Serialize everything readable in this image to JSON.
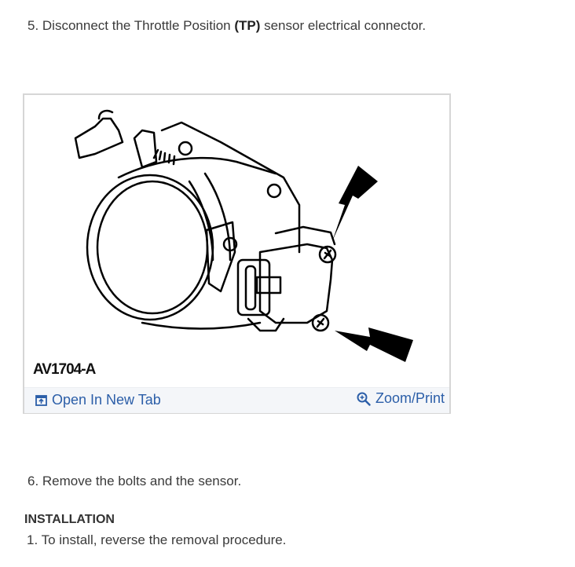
{
  "steps": {
    "step5": {
      "prefix": "5. Disconnect the Throttle Position ",
      "bold": "(TP)",
      "suffix": " sensor electrical connector."
    },
    "step6": "6. Remove the bolts and the sensor."
  },
  "figure": {
    "caption": "AV1704-A",
    "open_tab_label": "Open In New Tab",
    "zoom_print_label": "Zoom/Print",
    "link_color": "#2b5ea8"
  },
  "installation": {
    "heading": "INSTALLATION",
    "steps": [
      "1. To install, reverse the removal procedure."
    ]
  }
}
